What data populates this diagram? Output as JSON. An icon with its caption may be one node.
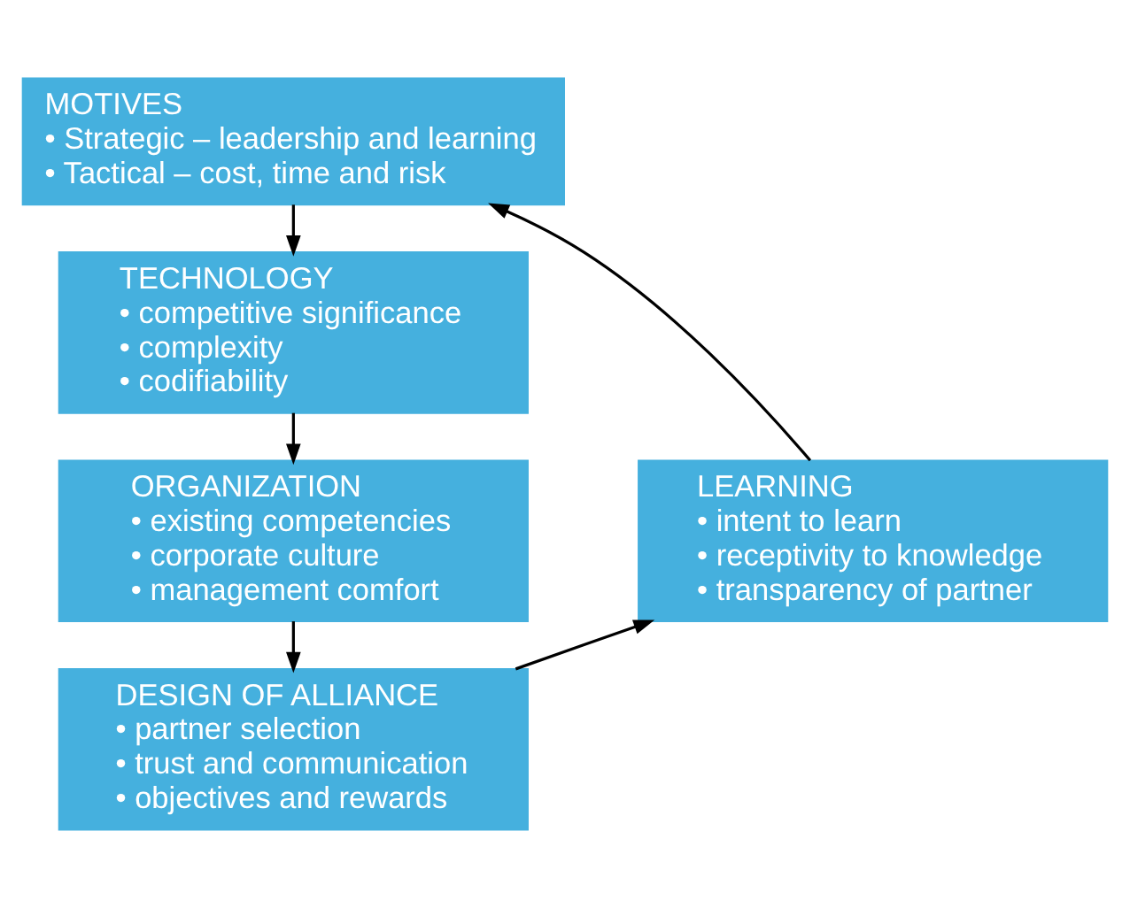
{
  "diagram": {
    "nodes": [
      {
        "text": [
          "MOTIVES",
          "• Strategic – leadership and learning",
          "• Tactical – cost, time and risk"
        ]
      },
      {
        "text": [
          "TECHNOLOGY",
          "• competitive significance",
          "• complexity",
          "• codifiability"
        ]
      },
      {
        "text": [
          "ORGANIZATION",
          "• existing competencies",
          "• corporate culture",
          "• management comfort"
        ]
      },
      {
        "text": [
          "DESIGN OF ALLIANCE",
          "• partner selection",
          "• trust and communication",
          "• objectives and rewards"
        ]
      },
      {
        "text": [
          "LEARNING",
          "• intent to learn",
          "• receptivity to knowledge",
          "• transparency of partner"
        ]
      }
    ],
    "edges": [
      {
        "from": 0,
        "to": 1,
        "arrow": "to"
      },
      {
        "from": 1,
        "to": 2,
        "arrow": "to"
      },
      {
        "from": 2,
        "to": 3,
        "arrow": "to"
      },
      {
        "from": 3,
        "to": 4,
        "arrow": "to"
      },
      {
        "from": 4,
        "to": 0,
        "arrow": "to"
      }
    ]
  }
}
